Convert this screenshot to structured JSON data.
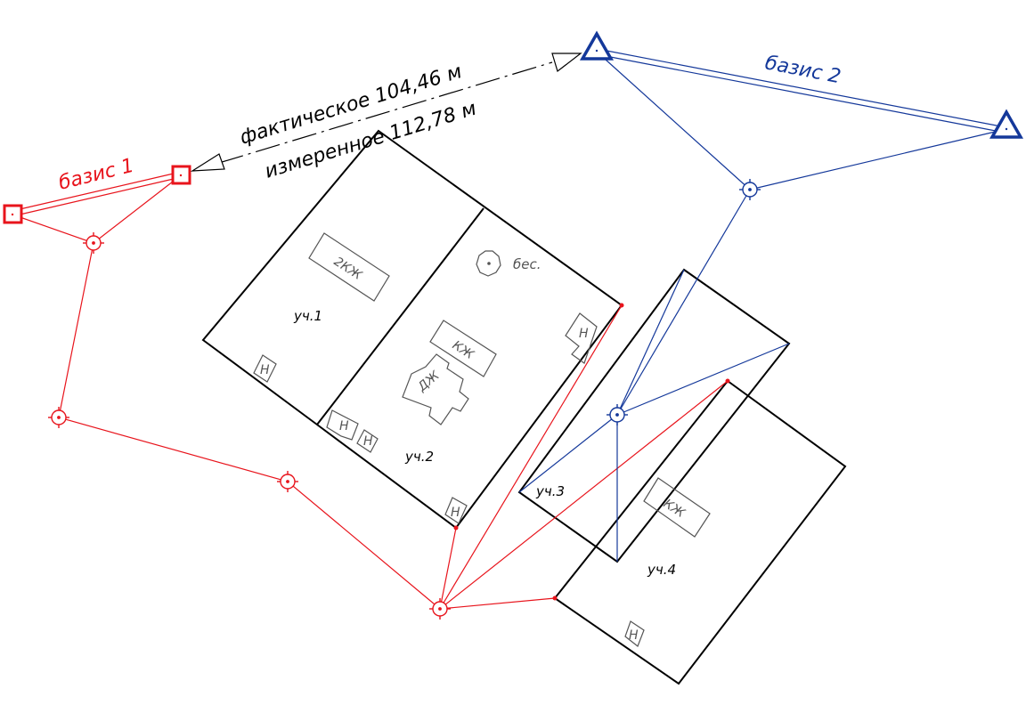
{
  "colors": {
    "basis1": "#e8141c",
    "basis2": "#14389a",
    "traverse_red": "#e8141c",
    "traverse_blue": "#14389a",
    "parcel": "#000000",
    "building": "#555555",
    "text": "#000000"
  },
  "labels": {
    "basis1": "базис 1",
    "basis2": "базис 2",
    "actual_distance": "фактическое   104,46 м",
    "measured_distance": "измеренное   112,78 м"
  },
  "plots": {
    "p1": "уч.1",
    "p2": "уч.2",
    "p3": "уч.3",
    "p4": "уч.4"
  },
  "buildings": {
    "b_2kzh": "2КЖ",
    "b_kzh_p2": "КЖ",
    "b_dzh": "ДЖ",
    "b_kzh_p4": "КЖ",
    "b_n": "Н",
    "gazebo": "бес."
  },
  "icons": {
    "basis1_point": "square-marker-icon",
    "basis2_point": "triangle-marker-icon",
    "traverse_station": "crosshair-station-icon",
    "arrow": "open-arrowhead-icon"
  }
}
